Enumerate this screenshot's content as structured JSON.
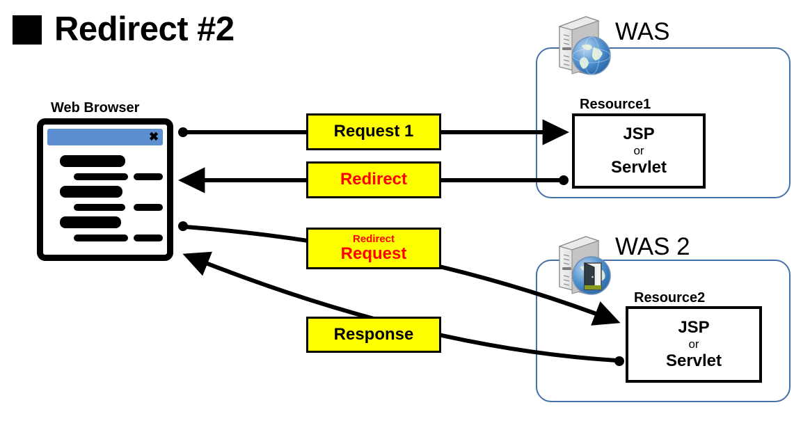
{
  "title": {
    "bullet_icon": "filled-square-icon",
    "text": "Redirect #2"
  },
  "browser": {
    "label": "Web Browser",
    "titlebar_color": "#5B8FD0",
    "close_icon": "close-x-icon"
  },
  "servers": [
    {
      "name": "WAS",
      "icon": "server-globe-icon",
      "resource_label": "Resource1",
      "resource_line1": "JSP",
      "resource_line2": "or",
      "resource_line3": "Servlet"
    },
    {
      "name": "WAS 2",
      "icon": "server-globe-door-icon",
      "resource_label": "Resource2",
      "resource_line1": "JSP",
      "resource_line2": "or",
      "resource_line3": "Servlet"
    }
  ],
  "flows": [
    {
      "id": "request-1",
      "primary": "Request 1",
      "secondary": "",
      "primary_color": "#000000"
    },
    {
      "id": "redirect",
      "primary": "Redirect",
      "secondary": "",
      "primary_color": "#FF0000"
    },
    {
      "id": "redirect-request",
      "primary": "Request",
      "secondary": "Redirect",
      "primary_color": "#FF0000"
    },
    {
      "id": "response",
      "primary": "Response",
      "secondary": "",
      "primary_color": "#000000"
    }
  ],
  "colors": {
    "label_fill": "#FFFF00",
    "container_border": "#4472A8",
    "arrow": "#000000",
    "accent_red": "#FF0000"
  }
}
